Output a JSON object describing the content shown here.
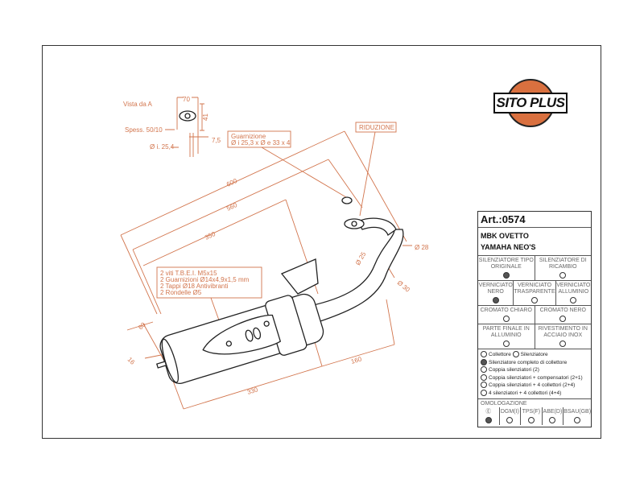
{
  "brand": "SITO PLUS",
  "colors": {
    "dimension": "#d2754d",
    "logo_orange": "#d9703f"
  },
  "view_a": {
    "title": "Vista da A",
    "thickness": "Spess. 50/10",
    "inner_diameter": "Ø i. 25,4",
    "width": "70",
    "height": "41",
    "depth": "7,5"
  },
  "callouts": {
    "gasket": [
      "Guarnizione",
      "Ø i 25,3 x Ø e 33 x 4"
    ],
    "reduction": "RIDUZIONE",
    "kit": [
      "2 viti T.B.E.I. M5x15",
      "2 Guarnizioni Ø14x4,9x1,5 mm",
      "2 Tappi Ø18 Antivibranti",
      "2 Rondelle Ø5"
    ]
  },
  "dimensions": {
    "d600": "600",
    "d560": "560",
    "d350": "350",
    "d330": "330",
    "d160": "160",
    "d60": "60",
    "d16": "16",
    "dia25": "Ø 25",
    "dia28": "Ø 28",
    "dia30": "Ø 30"
  },
  "spec": {
    "art_label": "Art.:",
    "art_number": "0574",
    "models": [
      "MBK OVETTO",
      "YAMAHA NEO'S"
    ],
    "type": [
      {
        "label": "SILENZIATORE TIPO ORIGINALE",
        "selected": true
      },
      {
        "label": "SILENZIATORE DI RICAMBIO",
        "selected": false
      }
    ],
    "paint": [
      {
        "label": "VERNICIATO NERO",
        "selected": true
      },
      {
        "label": "VERNICIATO TRASPARENTE",
        "selected": false
      },
      {
        "label": "VERNICIATO ALLUMINIO",
        "selected": false
      }
    ],
    "chrome": [
      {
        "label": "CROMATO CHIARO",
        "selected": false
      },
      {
        "label": "CROMATO NERO",
        "selected": false
      }
    ],
    "finish": [
      {
        "label": "PARTE FINALE IN ALLUMINIO",
        "selected": false
      },
      {
        "label": "RIVESTIMENTO IN ACCIAIO INOX",
        "selected": false
      }
    ],
    "components": {
      "collettore": "Collettore",
      "silenziatore": "Silenziatore"
    },
    "options": [
      {
        "label": "Silenziatore completo di collettore",
        "selected": true
      },
      {
        "label": "Coppia silenziatori (2)",
        "selected": false
      },
      {
        "label": "Coppia silenziatori + compensatori (2+1)",
        "selected": false
      },
      {
        "label": "Coppia silenziatori + 4 collettori (2+4)",
        "selected": false
      },
      {
        "label": "4 silenziatori + 4 collettori (4+4)",
        "selected": false
      }
    ],
    "homologation_title": "OMOLOGAZIONE",
    "homologation": [
      {
        "label": "Ⓔ",
        "selected": true
      },
      {
        "label": "DGM(I)",
        "selected": false
      },
      {
        "label": "TPS(F)",
        "selected": false
      },
      {
        "label": "ABE(D)",
        "selected": false
      },
      {
        "label": "BSAU(GB)",
        "selected": false
      }
    ]
  }
}
